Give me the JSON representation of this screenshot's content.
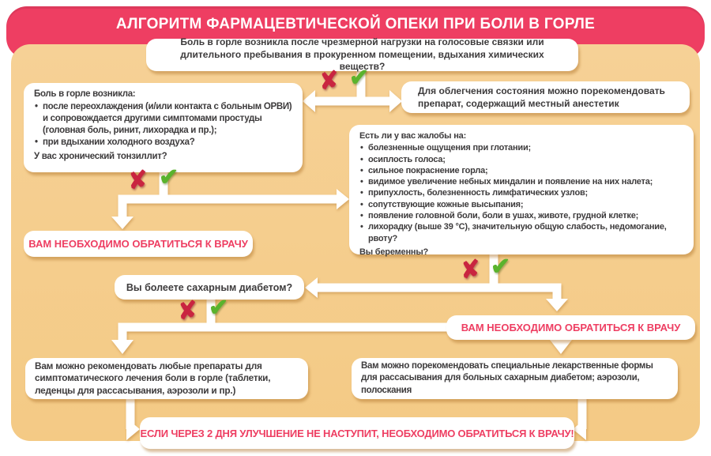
{
  "header": {
    "title": "АЛГОРИТМ ФАРМАЦЕВТИЧЕСКОЙ ОПЕКИ ПРИ БОЛИ В ГОРЛЕ"
  },
  "colors": {
    "frame_pink": "#ee3e62",
    "panel_peach": "#f5cd8c",
    "text_dark": "#3d3b3c",
    "alert_red": "#ee3e62",
    "no_mark_red": "#c92540",
    "yes_mark_green": "#5ab32d",
    "arrow_white": "#ffffff"
  },
  "icons": {
    "no": "✘",
    "yes": "✔"
  },
  "nodes": {
    "top_question": {
      "text": "Боль в горле возникла после чрезмерной нагрузки на голосовые связки или длительного пребывания в прокуренном помещении, вдыхания химических веществ?"
    },
    "anesthetic_advice": {
      "text": "Для облегчения состояния можно порекомендовать препарат, содержащий местный анестетик"
    },
    "cold_question": {
      "title": "Боль в горле возникла:",
      "bullets": [
        "после переохлаждения (и/или контакта с больным ОРВИ) и сопровождается другими симптомами простуды (головная боль, ринит, лихорадка и пр.);",
        "при вдыхании холодного воздуха?"
      ],
      "footer": "У вас хронический тонзиллит?"
    },
    "complaints_question": {
      "title": "Есть ли у вас жалобы на:",
      "bullets": [
        "болезненные ощущения при глотании;",
        "осиплость голоса;",
        "сильное покраснение горла;",
        "видимое увеличение небных миндалин и появление на них налета;",
        "припухлость, болезненность лимфатических узлов;",
        "сопутствующие кожные высыпания;",
        "появление головной боли, боли в ушах, животе, грудной клетке;",
        "лихорадку (выше 39 °С), значительную общую слабость, недомогание, рвоту?"
      ],
      "footer": "Вы беременны?"
    },
    "see_doctor_left": {
      "text": "ВАМ НЕОБХОДИМО ОБРАТИТЬСЯ К ВРАЧУ"
    },
    "see_doctor_right": {
      "text": "ВАМ НЕОБХОДИМО ОБРАТИТЬСЯ К ВРАЧУ"
    },
    "diabetes_question": {
      "text": "Вы болеете сахарным диабетом?"
    },
    "generic_treatment": {
      "text": "Вам можно рекомендовать любые препараты для симптоматического лечения боли в горле (таблетки, леденцы для рассасывания, аэрозоли и пр.)"
    },
    "diabetic_treatment": {
      "text": "Вам можно порекомендовать специальные лекарственные формы для рассасывания для больных сахарным диабетом; аэрозоли, полоскания"
    },
    "footer_warning": {
      "text": "ЕСЛИ ЧЕРЕЗ 2 ДНЯ УЛУЧШЕНИЕ НЕ НАСТУПИТ, НЕОБХОДИМО ОБРАТИТЬСЯ К ВРАЧУ!"
    }
  }
}
